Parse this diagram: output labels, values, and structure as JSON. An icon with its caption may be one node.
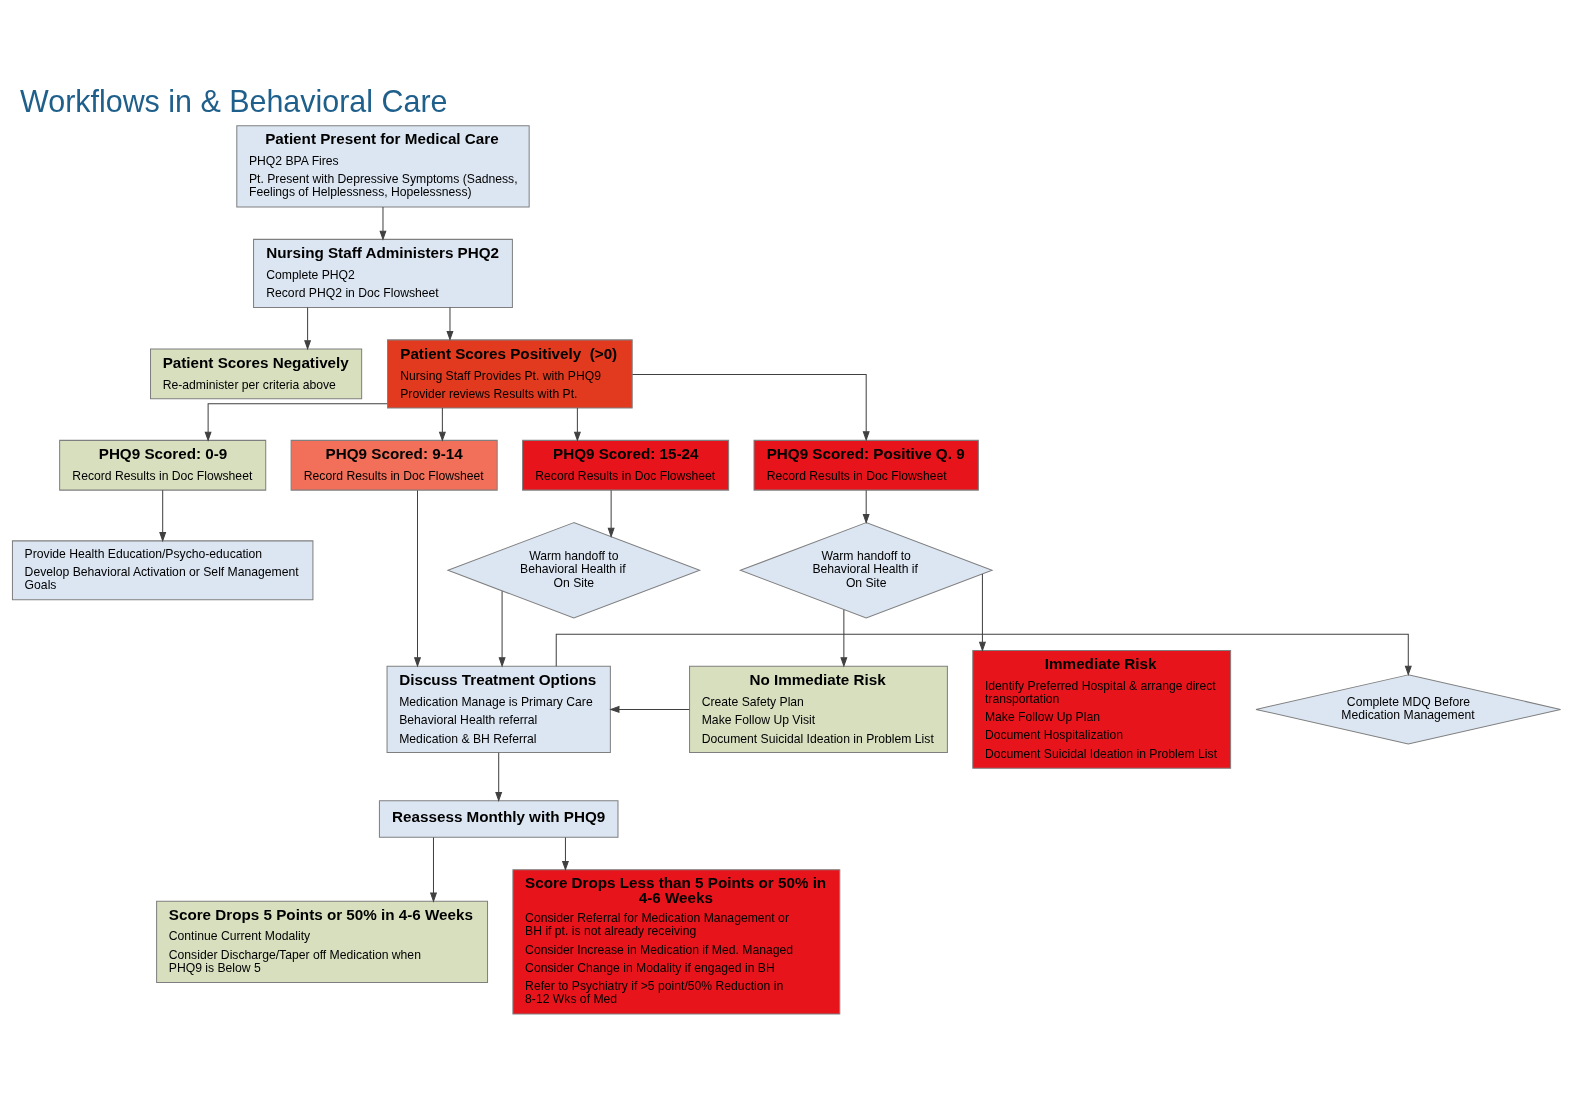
{
  "diagram": {
    "title": "Workflows in & Behavioral Care",
    "nodes": [
      {
        "text": [
          "Patient Present for Medical Care",
          "PHQ2 BPA Fires",
          "Pt. Present with Depressive Symptoms (Sadness, Feelings of Helplessness, Hopelessness)"
        ]
      },
      {
        "text": [
          "Nursing Staff Administers PHQ2",
          "Complete PHQ2",
          "Record PHQ2 in Doc Flowsheet"
        ]
      },
      {
        "text": [
          "Patient Scores Negatively",
          "Re-administer per criteria above"
        ]
      },
      {
        "text": [
          "Patient Scores Positively  (>0)",
          "Nursing Staff Provides Pt. with PHQ9",
          "Provider reviews Results with Pt."
        ]
      },
      {
        "text": [
          "PHQ9 Scored: 0-9",
          "Record Results in Doc Flowsheet"
        ]
      },
      {
        "text": [
          "PHQ9 Scored: 9-14",
          "Record Results in Doc Flowsheet"
        ]
      },
      {
        "text": [
          "PHQ9 Scored: 15-24",
          "Record Results in Doc Flowsheet"
        ]
      },
      {
        "text": [
          "PHQ9 Scored: Positive Q. 9",
          "Record Results in Doc Flowsheet"
        ]
      },
      {
        "text": [
          "Provide Health Education/Psycho-education",
          "Develop Behavioral Activation or Self Management Goals"
        ]
      },
      {
        "text": [
          "Warm handoff to Behavioral Health if On Site"
        ]
      },
      {
        "text": [
          "Warm handoff to Behavioral Health if On Site"
        ]
      },
      {
        "text": [
          "Complete MDQ Before Medication Management"
        ]
      },
      {
        "text": [
          "Discuss Treatment Options",
          "Medication Manage is Primary Care",
          "Behavioral Health referral",
          "Medication & BH Referral"
        ]
      },
      {
        "text": [
          "No Immediate Risk",
          "Create Safety Plan",
          "Make Follow Up Visit",
          "Document Suicidal Ideation in Problem List"
        ]
      },
      {
        "text": [
          "Immediate Risk",
          "Identify Preferred Hospital & arrange direct transportation",
          "Make Follow Up Plan",
          "Document Hospitalization",
          "Document Suicidal Ideation in Problem List"
        ]
      },
      {
        "text": [
          "Reassess Monthly with PHQ9"
        ]
      },
      {
        "text": [
          "Score Drops 5 Points or 50% in 4-6 Weeks",
          "Continue Current Modality",
          "Consider Discharge/Taper off Medication when PHQ9 is Below 5"
        ]
      },
      {
        "text": [
          "Score Drops Less than 5 Points or 50% in 4-6 Weeks",
          "Consider Referral for Medication Management or BH if pt. is not already receiving",
          "Consider Increase in Medication if Med. Managed",
          "Consider Change in Modality if engaged in BH",
          "Refer to Psychiatry if >5 point/50% Reduction in 8-12 Wks of Med"
        ]
      }
    ],
    "edges": [
      {
        "from": 0,
        "to": 1,
        "arrow": "to"
      },
      {
        "from": 1,
        "to": 2,
        "arrow": "to"
      },
      {
        "from": 1,
        "to": 3,
        "arrow": "to"
      },
      {
        "from": 3,
        "to": 4,
        "arrow": "to"
      },
      {
        "from": 3,
        "to": 5,
        "arrow": "to"
      },
      {
        "from": 3,
        "to": 6,
        "arrow": "to"
      },
      {
        "from": 3,
        "to": 7,
        "arrow": "to"
      },
      {
        "from": 4,
        "to": 8,
        "arrow": "to"
      },
      {
        "from": 5,
        "to": 12,
        "arrow": "to"
      },
      {
        "from": 6,
        "to": 9,
        "arrow": "to"
      },
      {
        "from": 9,
        "to": 12,
        "arrow": "to"
      },
      {
        "from": 7,
        "to": 10,
        "arrow": "to"
      },
      {
        "from": 10,
        "to": 13,
        "arrow": "to"
      },
      {
        "from": 10,
        "to": 14,
        "arrow": "to"
      },
      {
        "from": 13,
        "to": 12,
        "arrow": "to"
      },
      {
        "from": 12,
        "to": 11,
        "arrow": "to"
      },
      {
        "from": 12,
        "to": 15,
        "arrow": "to"
      },
      {
        "from": 15,
        "to": 16,
        "arrow": "to"
      },
      {
        "from": 15,
        "to": 17,
        "arrow": "to"
      }
    ]
  }
}
